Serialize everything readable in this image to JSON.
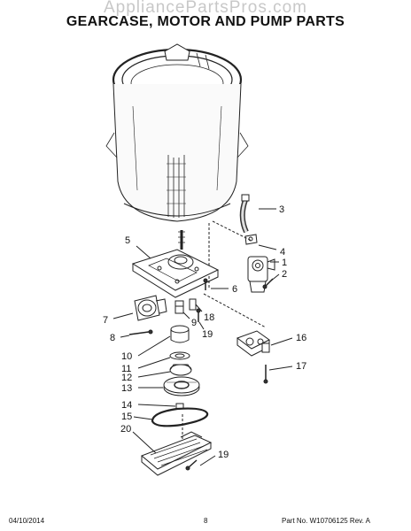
{
  "watermark": "AppliancePartsPros.com",
  "title": "GEARCASE, MOTOR AND PUMP PARTS",
  "callouts": [
    "3",
    "4",
    "1",
    "2",
    "5",
    "6",
    "7",
    "9",
    "18",
    "8",
    "19",
    "16",
    "17",
    "10",
    "11",
    "12",
    "13",
    "14",
    "15",
    "20",
    "19"
  ],
  "footer": {
    "date": "04/10/2014",
    "page": "8",
    "part": "Part No. W10706125  Rev. A"
  }
}
